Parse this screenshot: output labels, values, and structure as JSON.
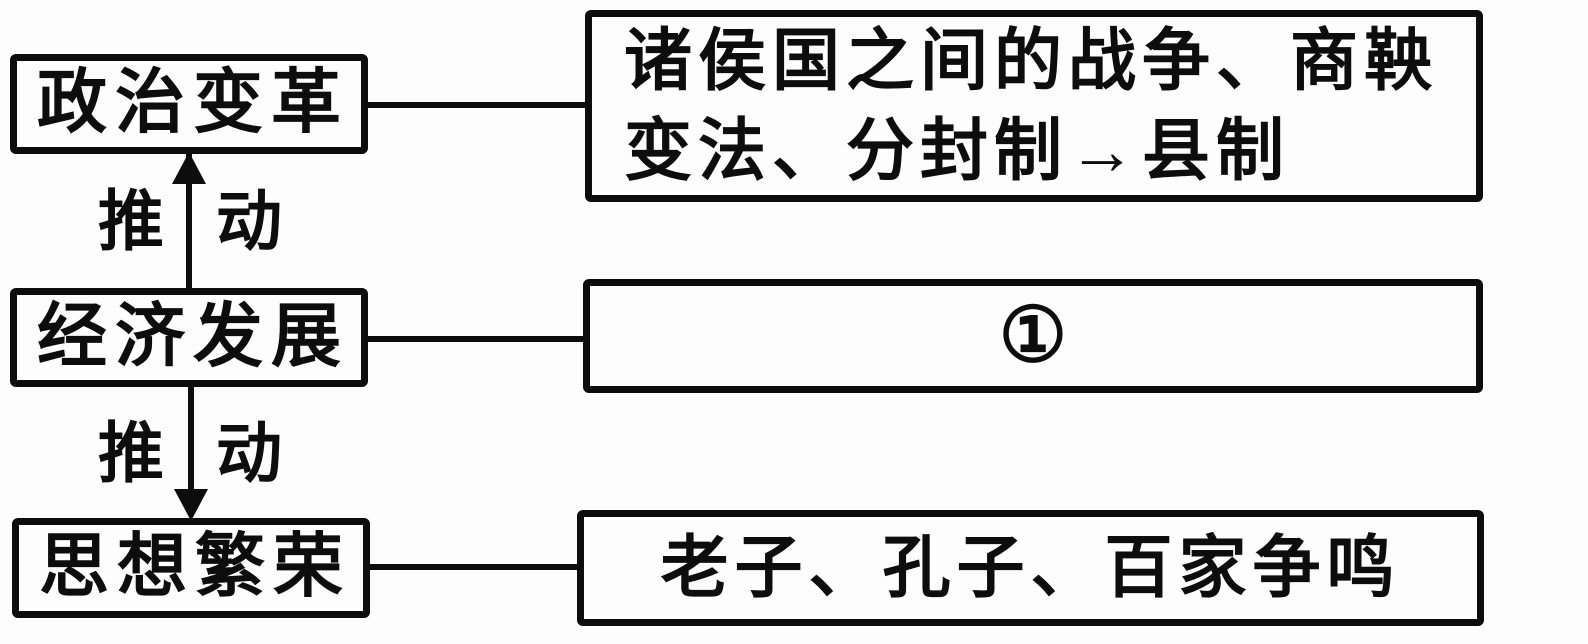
{
  "diagram": {
    "colors": {
      "ink": "#0d0d0d",
      "background": "#fdfdfd"
    },
    "left_column": [
      {
        "id": "political-reform",
        "label": "政治变革"
      },
      {
        "id": "economic-development",
        "label": "经济发展"
      },
      {
        "id": "thought-flourishing",
        "label": "思想繁荣"
      }
    ],
    "right_column": [
      {
        "id": "political-reform-details",
        "lines": [
          "诸侯国之间的战争、商鞅",
          "变法、分封制→县制"
        ]
      },
      {
        "id": "economic-development-details",
        "lines": [
          "①"
        ]
      },
      {
        "id": "thought-flourishing-details",
        "lines": [
          "老子、孔子、百家争鸣"
        ]
      }
    ],
    "arrows": [
      {
        "direction": "up",
        "label_left": "推",
        "label_right": "动"
      },
      {
        "direction": "down",
        "label_left": "推",
        "label_right": "动"
      }
    ]
  }
}
